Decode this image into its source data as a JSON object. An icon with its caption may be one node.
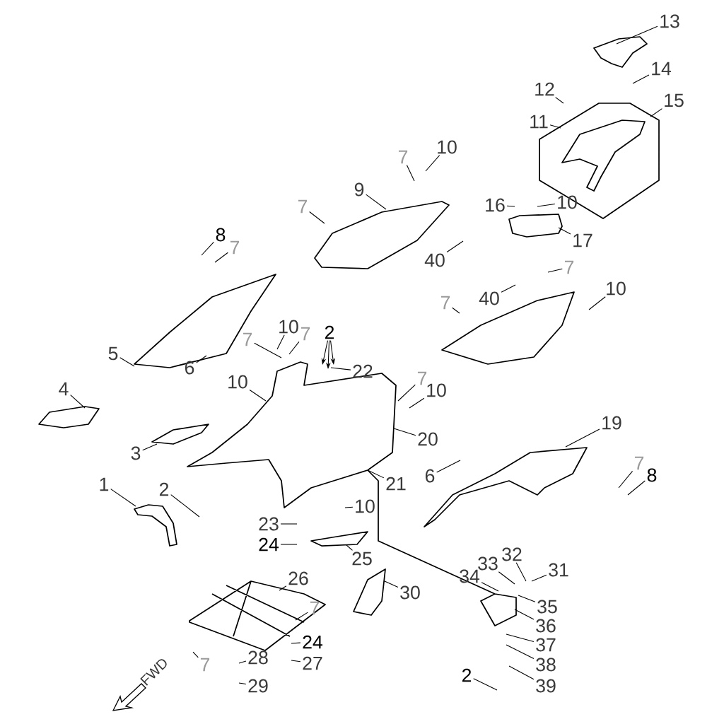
{
  "diagram": {
    "nodes": [
      {
        "text": [
          "13"
        ]
      },
      {
        "text": [
          "14"
        ]
      },
      {
        "text": [
          "12"
        ]
      },
      {
        "text": [
          "11"
        ]
      },
      {
        "text": [
          "15"
        ]
      },
      {
        "text": [
          "10"
        ]
      },
      {
        "text": [
          "7"
        ]
      },
      {
        "text": [
          "9"
        ]
      },
      {
        "text": [
          "7"
        ]
      },
      {
        "text": [
          "16"
        ]
      },
      {
        "text": [
          "10"
        ]
      },
      {
        "text": [
          "8"
        ]
      },
      {
        "text": [
          "7"
        ]
      },
      {
        "text": [
          "40"
        ]
      },
      {
        "text": [
          "17"
        ]
      },
      {
        "text": [
          "7"
        ]
      },
      {
        "text": [
          "40"
        ]
      },
      {
        "text": [
          "10"
        ]
      },
      {
        "text": [
          "7"
        ]
      },
      {
        "text": [
          "5"
        ]
      },
      {
        "text": [
          "6"
        ]
      },
      {
        "text": [
          "10"
        ]
      },
      {
        "text": [
          "7"
        ]
      },
      {
        "text": [
          "2"
        ]
      },
      {
        "text": [
          "7"
        ]
      },
      {
        "text": [
          "22"
        ]
      },
      {
        "text": [
          "7"
        ]
      },
      {
        "text": [
          "10"
        ]
      },
      {
        "text": [
          "10"
        ]
      },
      {
        "text": [
          "4"
        ]
      },
      {
        "text": [
          "20"
        ]
      },
      {
        "text": [
          "19"
        ]
      },
      {
        "text": [
          "3"
        ]
      },
      {
        "text": [
          "6"
        ]
      },
      {
        "text": [
          "7"
        ]
      },
      {
        "text": [
          "8"
        ]
      },
      {
        "text": [
          "1"
        ]
      },
      {
        "text": [
          "2"
        ]
      },
      {
        "text": [
          "21"
        ]
      },
      {
        "text": [
          "10"
        ]
      },
      {
        "text": [
          "23"
        ]
      },
      {
        "text": [
          "24"
        ]
      },
      {
        "text": [
          "25"
        ]
      },
      {
        "text": [
          "26"
        ]
      },
      {
        "text": [
          "30"
        ]
      },
      {
        "text": [
          "32"
        ]
      },
      {
        "text": [
          "33"
        ]
      },
      {
        "text": [
          "31"
        ]
      },
      {
        "text": [
          "34"
        ]
      },
      {
        "text": [
          "35"
        ]
      },
      {
        "text": [
          "7"
        ]
      },
      {
        "text": [
          "36"
        ]
      },
      {
        "text": [
          "24"
        ]
      },
      {
        "text": [
          "37"
        ]
      },
      {
        "text": [
          "27"
        ]
      },
      {
        "text": [
          "28"
        ]
      },
      {
        "text": [
          "7"
        ]
      },
      {
        "text": [
          "38"
        ]
      },
      {
        "text": [
          "29"
        ]
      },
      {
        "text": [
          "2"
        ]
      },
      {
        "text": [
          "39"
        ]
      }
    ],
    "edges": [
      {
        "from": 0,
        "to": null,
        "arrow": "none"
      },
      {
        "from": 1,
        "to": null,
        "arrow": "none"
      },
      {
        "from": 2,
        "to": null,
        "arrow": "none"
      },
      {
        "from": 3,
        "to": null,
        "arrow": "none"
      },
      {
        "from": 4,
        "to": null,
        "arrow": "none"
      },
      {
        "from": 5,
        "to": null,
        "arrow": "none"
      },
      {
        "from": 6,
        "to": null,
        "arrow": "none"
      },
      {
        "from": 7,
        "to": null,
        "arrow": "none"
      },
      {
        "from": 8,
        "to": null,
        "arrow": "none"
      },
      {
        "from": 9,
        "to": null,
        "arrow": "none"
      },
      {
        "from": 10,
        "to": null,
        "arrow": "none"
      },
      {
        "from": 11,
        "to": null,
        "arrow": "none"
      },
      {
        "from": 12,
        "to": null,
        "arrow": "none"
      },
      {
        "from": 13,
        "to": null,
        "arrow": "none"
      },
      {
        "from": 14,
        "to": null,
        "arrow": "none"
      },
      {
        "from": 15,
        "to": null,
        "arrow": "none"
      },
      {
        "from": 16,
        "to": null,
        "arrow": "none"
      },
      {
        "from": 17,
        "to": null,
        "arrow": "none"
      },
      {
        "from": 18,
        "to": null,
        "arrow": "none"
      },
      {
        "from": 19,
        "to": null,
        "arrow": "none"
      },
      {
        "from": 20,
        "to": null,
        "arrow": "none"
      },
      {
        "from": 21,
        "to": null,
        "arrow": "none"
      },
      {
        "from": 22,
        "to": null,
        "arrow": "none"
      },
      {
        "from": 23,
        "to": null,
        "arrow": "to"
      },
      {
        "from": 23,
        "to": null,
        "arrow": "to"
      },
      {
        "from": 23,
        "to": null,
        "arrow": "to"
      },
      {
        "from": 24,
        "to": null,
        "arrow": "none"
      },
      {
        "from": 25,
        "to": null,
        "arrow": "none"
      },
      {
        "from": 26,
        "to": null,
        "arrow": "none"
      },
      {
        "from": 27,
        "to": null,
        "arrow": "none"
      },
      {
        "from": 28,
        "to": null,
        "arrow": "none"
      },
      {
        "from": 29,
        "to": null,
        "arrow": "none"
      },
      {
        "from": 30,
        "to": null,
        "arrow": "none"
      },
      {
        "from": 31,
        "to": null,
        "arrow": "none"
      },
      {
        "from": 32,
        "to": null,
        "arrow": "none"
      },
      {
        "from": 33,
        "to": null,
        "arrow": "none"
      },
      {
        "from": 34,
        "to": null,
        "arrow": "none"
      },
      {
        "from": 35,
        "to": null,
        "arrow": "none"
      },
      {
        "from": 36,
        "to": null,
        "arrow": "none"
      },
      {
        "from": 37,
        "to": null,
        "arrow": "none"
      },
      {
        "from": 38,
        "to": null,
        "arrow": "none"
      },
      {
        "from": 39,
        "to": null,
        "arrow": "none"
      },
      {
        "from": 40,
        "to": null,
        "arrow": "none"
      },
      {
        "from": 41,
        "to": null,
        "arrow": "none"
      },
      {
        "from": 42,
        "to": null,
        "arrow": "none"
      },
      {
        "from": 43,
        "to": null,
        "arrow": "none"
      },
      {
        "from": 44,
        "to": null,
        "arrow": "none"
      },
      {
        "from": 45,
        "to": null,
        "arrow": "none"
      },
      {
        "from": 46,
        "to": null,
        "arrow": "none"
      },
      {
        "from": 47,
        "to": null,
        "arrow": "none"
      },
      {
        "from": 48,
        "to": null,
        "arrow": "none"
      },
      {
        "from": 49,
        "to": null,
        "arrow": "none"
      },
      {
        "from": 50,
        "to": null,
        "arrow": "none"
      },
      {
        "from": 51,
        "to": null,
        "arrow": "none"
      },
      {
        "from": 52,
        "to": null,
        "arrow": "none"
      },
      {
        "from": 53,
        "to": null,
        "arrow": "none"
      },
      {
        "from": 54,
        "to": null,
        "arrow": "none"
      },
      {
        "from": 55,
        "to": null,
        "arrow": "none"
      },
      {
        "from": 56,
        "to": null,
        "arrow": "none"
      },
      {
        "from": 57,
        "to": null,
        "arrow": "none"
      },
      {
        "from": 58,
        "to": null,
        "arrow": "none"
      },
      {
        "from": 59,
        "to": null,
        "arrow": "none"
      },
      {
        "from": 60,
        "to": null,
        "arrow": "none"
      }
    ],
    "labels": [
      "FWD"
    ]
  }
}
